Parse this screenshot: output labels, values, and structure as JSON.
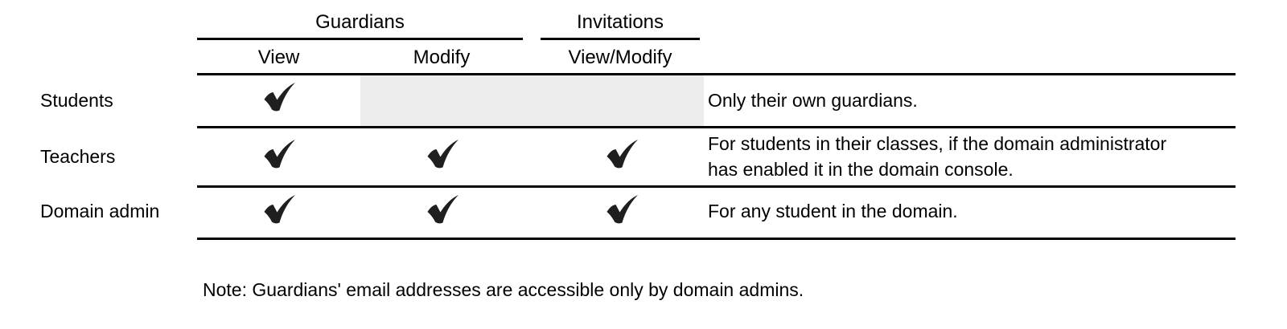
{
  "header": {
    "groups": [
      {
        "label": "Guardians",
        "subcolumns": [
          "View",
          "Modify"
        ]
      },
      {
        "label": "Invitations",
        "subcolumns": [
          "View/Modify"
        ]
      }
    ],
    "columns": [
      "View",
      "Modify",
      "View/Modify"
    ]
  },
  "rows": [
    {
      "role": "Students",
      "guardians_view": true,
      "guardians_modify": false,
      "invitations_view_modify": false,
      "not_applicable_columns": [
        "Modify",
        "View/Modify"
      ],
      "note": "Only their own guardians."
    },
    {
      "role": "Teachers",
      "guardians_view": true,
      "guardians_modify": true,
      "invitations_view_modify": true,
      "not_applicable_columns": [],
      "note": "For students in their classes, if the domain administrator\nhas enabled it in the domain console."
    },
    {
      "role": "Domain admin",
      "guardians_view": true,
      "guardians_modify": true,
      "invitations_view_modify": true,
      "not_applicable_columns": [],
      "note": "For any student in the domain."
    }
  ],
  "footnote": "Note: Guardians' email addresses are accessible only by domain admins.",
  "colors": {
    "background": "#ffffff",
    "text": "#000000",
    "rule": "#000000",
    "checkmark": "#1f1f1f",
    "disabled_cell_bg": "#ededed"
  }
}
